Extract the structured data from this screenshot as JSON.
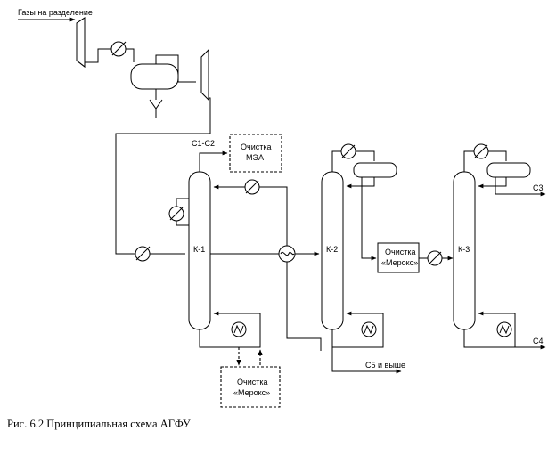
{
  "feed_label": "Газы на разделение",
  "products": {
    "c1c2": "С1-С2",
    "c3": "С3",
    "c4": "С4",
    "c5": "С5 и выше"
  },
  "columns": {
    "k1": "К-1",
    "k2": "К-2",
    "k3": "К-3"
  },
  "units": {
    "mea": [
      "Очистка",
      "МЭА"
    ],
    "merox_top": [
      "Очистка",
      "«Мерокс»"
    ],
    "merox_bottom": [
      "Очистка",
      "«Мерокс»"
    ]
  },
  "caption": "Рис. 6.2  Принципиальная схема АГФУ"
}
